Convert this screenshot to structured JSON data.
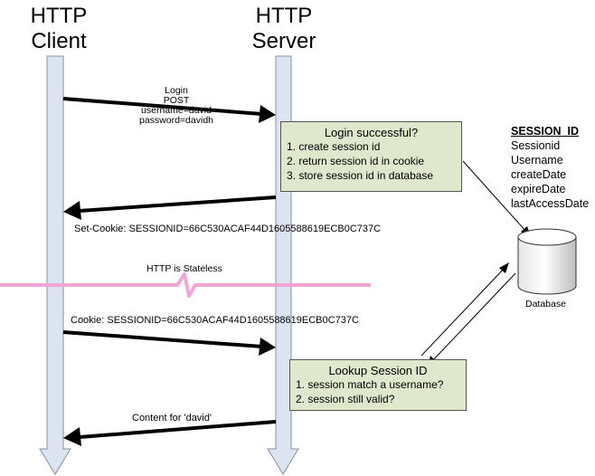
{
  "client_header": {
    "line1": "HTTP",
    "line2": "Client"
  },
  "server_header": {
    "line1": "HTTP",
    "line2": "Server"
  },
  "login_message": {
    "lines": [
      "Login",
      "POST",
      "username=david",
      "password=davidh"
    ]
  },
  "login_box": {
    "title": "Login successful?",
    "steps": [
      "1. create session id",
      "2. return session id in cookie",
      "3. store session id in database"
    ]
  },
  "session_table": {
    "title": "SESSION_ID",
    "fields": [
      "Sessionid",
      "Username",
      "createDate",
      "expireDate",
      "lastAccessDate"
    ]
  },
  "set_cookie_message": "Set-Cookie: SESSIONID=66C530ACAF44D1605588619ECB0C737C",
  "stateless_label": "HTTP is Stateless",
  "database_label": "Database",
  "cookie_message": "Cookie: SESSIONID=66C530ACAF44D1605588619ECB0C737C",
  "lookup_box": {
    "title": "Lookup Session ID",
    "steps": [
      "1.  session match a username?",
      "2.  session still valid?"
    ]
  },
  "content_message": "Content for 'david'",
  "colors": {
    "lifeline_fill": "#dce4f2",
    "lifeline_stroke": "#8a8fa8",
    "box_fill": "#dfe8cc",
    "stateless_line": "#f2a6d6",
    "arrow": "#000000"
  }
}
